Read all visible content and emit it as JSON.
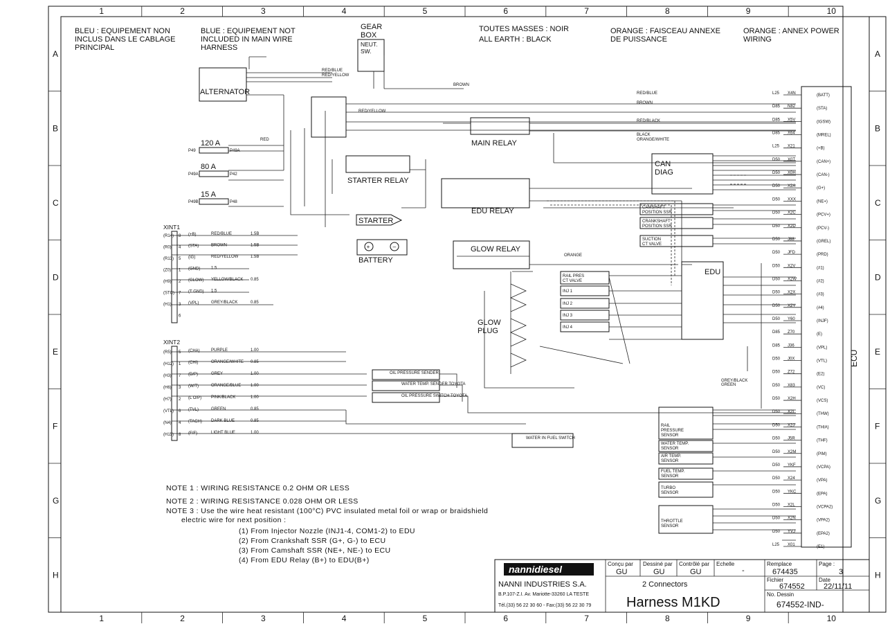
{
  "sheet": {
    "columns": [
      "1",
      "2",
      "3",
      "4",
      "5",
      "6",
      "7",
      "8",
      "9",
      "10"
    ],
    "rows": [
      "A",
      "B",
      "C",
      "D",
      "E",
      "F",
      "G",
      "H"
    ]
  },
  "legend": {
    "blue_fr": [
      "BLEU : EQUIPEMENT NON",
      "INCLUS DANS LE CABLAGE",
      "PRINCIPAL"
    ],
    "blue_en": [
      "BLUE : EQUIPEMENT NOT",
      "INCLUDED IN MAIN WIRE",
      "HARNESS"
    ],
    "gearbox": [
      "GEAR",
      "BOX"
    ],
    "neutral": [
      "NEUT.",
      "SW."
    ],
    "earth": [
      "TOUTES MASSES : NOIR",
      "ALL EARTH : BLACK"
    ],
    "orange_fr": [
      "ORANGE : FAISCEAU ANNEXE",
      "DE PUISSANCE"
    ],
    "orange_en": [
      "ORANGE : ANNEX POWER",
      "WIRING"
    ]
  },
  "components": {
    "alternator": "ALTERNATOR",
    "main_relay": "MAIN RELAY",
    "starter_relay": "STARTER RELAY",
    "edu_relay": "EDU RELAY",
    "glow_relay": "GLOW RELAY",
    "starter": "STARTER",
    "battery": "BATTERY",
    "glow_plug": [
      "GLOW",
      "PLUG"
    ],
    "can_diag": [
      "CAN",
      "DIAG"
    ],
    "edu": "EDU",
    "ecu": "ECU",
    "xint1": "XINT1",
    "xint2": "XINT2",
    "oil_sender": "OIL PRESSURE SENDER",
    "water_sender": "WATER TEMP. SENDER TOYOTA",
    "oil_switch": "OIL PRESSURE SWITCH TOYOTA",
    "water_in_fuel": "WATER IN FUEL SWITCH",
    "rail_press_valve": [
      "RAIL PRES",
      "CT VALVE"
    ],
    "injectors": [
      "INJ 1",
      "INJ 2",
      "INJ 3",
      "INJ 4"
    ],
    "sensors": {
      "camshaft": [
        "CAMSHAFT",
        "POSITION SSR"
      ],
      "crankshaft": [
        "CRANKSHAFT",
        "POSITION SSR"
      ],
      "suction": [
        "SUCTION",
        "CT VALVE"
      ],
      "rail_pressure": [
        "RAIL",
        "PRESSURE",
        "SENSOR"
      ],
      "water_temp": [
        "WATER TEMP.",
        "SENSOR"
      ],
      "air_temp": [
        "AIR TEMP.",
        "SENSOR"
      ],
      "fuel_temp": [
        "FUEL TEMP.",
        "SENSOR"
      ],
      "turbo": [
        "TURBO",
        "SENSOR"
      ],
      "throttle": [
        "THROTTLE",
        "SENSOR"
      ]
    }
  },
  "fuses": [
    {
      "rating": "120 A",
      "in": "P49",
      "out": "P49A"
    },
    {
      "rating": "80 A",
      "in": "P49A",
      "out": "P42"
    },
    {
      "rating": "15 A",
      "in": "P49B",
      "out": "P48"
    }
  ],
  "wire_labels": {
    "red_blue": "RED/BLUE",
    "red_yellow": "RED/YELLOW",
    "brown": "BROWN",
    "red_black": "RED/BLACK",
    "black": "BLACK",
    "orange_white": "ORANGE/WHITE",
    "red": "RED",
    "orange": "ORANGE",
    "grey_black": "GREY/BLACK",
    "green": "GREEN"
  },
  "xint1_pins": [
    {
      "sig": "(+B)",
      "wire": "RED/BLUE",
      "sect": "1.5B",
      "pin": "8",
      "ext": "(R14)"
    },
    {
      "sig": "(STA)",
      "wire": "BROWN",
      "sect": "1.5B",
      "pin": "4",
      "ext": "(R0)"
    },
    {
      "sig": "(IG)",
      "wire": "RED/YELLOW",
      "sect": "1.5B",
      "pin": "5",
      "ext": "(R13)"
    },
    {
      "sig": "(GND)",
      "wire": "1.5",
      "sect": "",
      "pin": "1",
      "ext": "(Z0)"
    },
    {
      "sig": "(GLOW)",
      "wire": "YELLOW/BLACK",
      "sect": "0.85",
      "pin": "2",
      "ext": "(H9)"
    },
    {
      "sig": "(T GND)",
      "wire": "1.5",
      "sect": "",
      "pin": "7",
      "ext": "(STC)"
    },
    {
      "sig": "(VPL)",
      "wire": "GREY/BLACK",
      "sect": "0.85",
      "pin": "3",
      "ext": "(H1)"
    },
    {
      "sig": "",
      "wire": "",
      "sect": "",
      "pin": "6",
      "ext": ""
    }
  ],
  "xint2_pins": [
    {
      "sig": "(CHA)",
      "wire": "PURPLE",
      "sect": "1.00",
      "pin": "5",
      "ext": "(R5)"
    },
    {
      "sig": "(CHI)",
      "wire": "ORANGE/WHITE",
      "sect": "0.85",
      "pin": "1",
      "ext": "(H12)"
    },
    {
      "sig": "(D/P)",
      "wire": "GREY",
      "sect": "1.00",
      "pin": "7",
      "ext": "(H3)"
    },
    {
      "sig": "(W/T)",
      "wire": "ORANGE/BLUE",
      "sect": "1.00",
      "pin": "3",
      "ext": "(H6)"
    },
    {
      "sig": "(L O/P)",
      "wire": "PINK/BLACK",
      "sect": "1.00",
      "pin": "2",
      "ext": "(H7)"
    },
    {
      "sig": "(TVL)",
      "wire": "GREEN",
      "sect": "0.85",
      "pin": "6",
      "ext": "(VTL)"
    },
    {
      "sig": "(TACH)",
      "wire": "DARK BLUE",
      "sect": "0.85",
      "pin": "4",
      "ext": "(N4)"
    },
    {
      "sig": "(F/F)",
      "wire": "LIGHT BLUE",
      "sect": "1.00",
      "pin": "8",
      "ext": "(H15)"
    }
  ],
  "ecu_pins": [
    {
      "sig": "(BATT)",
      "wire": "X4N",
      "sect": "L25"
    },
    {
      "sig": "(STA)",
      "wire": "N82",
      "sect": "D85"
    },
    {
      "sig": "(IGSW)",
      "wire": "X5V",
      "sect": "D85"
    },
    {
      "sig": "(MREL)",
      "wire": "X64",
      "sect": "D85"
    },
    {
      "sig": "(+B)",
      "wire": "X21",
      "sect": "L25"
    },
    {
      "sig": "(CAN+)",
      "wire": "X0T",
      "sect": "D50"
    },
    {
      "sig": "(CAN-)",
      "wire": "X0H",
      "sect": "D50"
    },
    {
      "sig": "(G+)",
      "wire": "X2A",
      "sect": "D50"
    },
    {
      "sig": "(NE+)",
      "wire": "XXX",
      "sect": "D50"
    },
    {
      "sig": "(PCV+)",
      "wire": "X2C",
      "sect": "D50"
    },
    {
      "sig": "(PCV-)",
      "wire": "X2D",
      "sect": "D50"
    },
    {
      "sig": "(GREL)",
      "wire": "J88",
      "sect": "D50"
    },
    {
      "sig": "(PRD)",
      "wire": "JFD",
      "sect": "D50"
    },
    {
      "sig": "(#1)",
      "wire": "X2V",
      "sect": "D50"
    },
    {
      "sig": "(#2)",
      "wire": "X2W",
      "sect": "D50"
    },
    {
      "sig": "(#3)",
      "wire": "X2X",
      "sect": "D50"
    },
    {
      "sig": "(#4)",
      "wire": "X2Y",
      "sect": "D50"
    },
    {
      "sig": "(INJF)",
      "wire": "Y60",
      "sect": "D50"
    },
    {
      "sig": "(E)",
      "wire": "Z70",
      "sect": "D85"
    },
    {
      "sig": "(VPL)",
      "wire": "J36",
      "sect": "D85"
    },
    {
      "sig": "(VTL)",
      "wire": "J0X",
      "sect": "D50"
    },
    {
      "sig": "(E2)",
      "wire": "Z72",
      "sect": "D50"
    },
    {
      "sig": "(VC)",
      "wire": "X83",
      "sect": "D50"
    },
    {
      "sig": "(VCS)",
      "wire": "X2H",
      "sect": "D50"
    },
    {
      "sig": "(THW)",
      "wire": "X2I",
      "sect": "D50"
    },
    {
      "sig": "(THIA)",
      "wire": "X2J",
      "sect": "D50"
    },
    {
      "sig": "(THF)",
      "wire": "J5R",
      "sect": "D50"
    },
    {
      "sig": "(PIM)",
      "wire": "X2M",
      "sect": "D50"
    },
    {
      "sig": "(VCPA)",
      "wire": "YKF",
      "sect": "D50"
    },
    {
      "sig": "(VPA)",
      "wire": "X24",
      "sect": "D50"
    },
    {
      "sig": "(EPA)",
      "wire": "YKC",
      "sect": "D50"
    },
    {
      "sig": "(VCPA2)",
      "wire": "X2L",
      "sect": "D50"
    },
    {
      "sig": "(VPA2)",
      "wire": "X2N",
      "sect": "D50"
    },
    {
      "sig": "(EPA2)",
      "wire": "YVJ",
      "sect": "D50"
    },
    {
      "sig": "(E1)",
      "wire": "X01",
      "sect": "L25"
    }
  ],
  "notes": {
    "n1": "NOTE 1 : WIRING RESISTANCE 0.2 OHM OR LESS",
    "n2": "NOTE 2 : WIRING RESISTANCE 0.028 OHM OR LESS",
    "n3a": "NOTE 3 : Use the wire heat resistant (100°C) PVC insulated metal foil or wrap or braidshield",
    "n3b": "electric wire for next position :",
    "n3c": "(1) From Injector Nozzle (INJ1-4, COM1-2) to EDU",
    "n3d": "(2) From Crankshaft SSR (G+, G-) to ECU",
    "n3e": "(3) From Camshaft SSR (NE+, NE-) to ECU",
    "n3f": "(4) From EDU Relay (B+) to EDU(B+)"
  },
  "title_block": {
    "logo": "nannidiesel",
    "company": "NANNI INDUSTRIES S.A.",
    "address": "B.P.107-Z.I. Av. Mariotte-33260 LA TESTE",
    "phone": "Tél.(33) 56 22 30 60 - Fax:(33) 56 22 30 79",
    "concu_lbl": "Conçu par",
    "concu": "GU",
    "dessine_lbl": "Dessiné par",
    "dessine": "GU",
    "controle_lbl": "Contrôlé par",
    "controle": "GU",
    "echelle_lbl": "Echelle",
    "echelle": "-",
    "remplace_lbl": "Remplace",
    "remplace": "674435",
    "page_lbl": "Page :",
    "page": "3",
    "fichier_lbl": "Fichier",
    "fichier": "674552",
    "date_lbl": "Date",
    "date": "22/11/11",
    "dessin_lbl": "No. Dessin",
    "dessin": "674552-IND-",
    "subtitle": "2 Connectors",
    "title": "Harness M1KD"
  }
}
